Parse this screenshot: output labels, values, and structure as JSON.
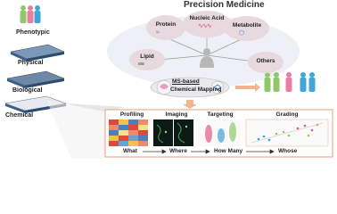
{
  "header": {
    "title": "Precision Medicine"
  },
  "layers": {
    "phenotypic": "Phenotypic",
    "physical": "Physical",
    "biological": "Biological",
    "chemical": "Chemical"
  },
  "omics": {
    "protein": "Protein",
    "nucleic_acid": "Nucleic Acid",
    "metabolite": "Metabolite",
    "lipid": "Lipid",
    "others": "Others"
  },
  "center": {
    "line1": "MS-based",
    "line2": "Chemical Mapping"
  },
  "panels": [
    {
      "title": "Profiling",
      "bottom": "What"
    },
    {
      "title": "Imaging",
      "bottom": "Where"
    },
    {
      "title": "Targeting",
      "bottom": "How Many"
    },
    {
      "title": "Grading",
      "bottom": "Whose"
    }
  ],
  "colors": {
    "omics_fill": "#e7d9dd",
    "panel_border": "#e8a27a",
    "highlight": "#f0c9a0"
  }
}
